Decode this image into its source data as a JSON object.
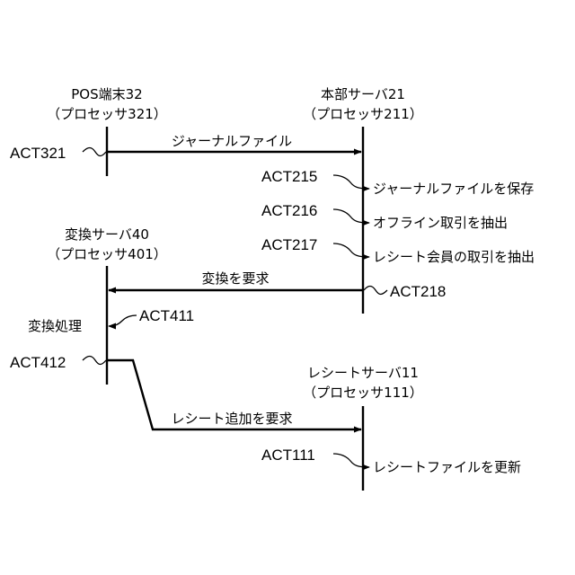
{
  "participants": {
    "pos": {
      "name": "POS端末32",
      "sub": "（プロセッサ321）"
    },
    "hq": {
      "name": "本部サーバ21",
      "sub": "（プロセッサ211）"
    },
    "conv": {
      "name": "変換サーバ40",
      "sub": "（プロセッサ401）"
    },
    "receipt": {
      "name": "レシートサーバ11",
      "sub": "（プロセッサ111）"
    }
  },
  "acts": {
    "act321": "ACT321",
    "act215": "ACT215",
    "act216": "ACT216",
    "act217": "ACT217",
    "act218": "ACT218",
    "act411": "ACT411",
    "act412": "ACT412",
    "act111": "ACT111"
  },
  "messages": {
    "journal_file": "ジャーナルファイル",
    "convert_request": "変換を要求",
    "receipt_add_request": "レシート追加を要求"
  },
  "steps": {
    "save_journal": "ジャーナルファイルを保存",
    "extract_offline": "オフライン取引を抽出",
    "extract_member": "レシート会員の取引を抽出",
    "convert_process": "変換処理",
    "update_receipt_file": "レシートファイルを更新"
  }
}
